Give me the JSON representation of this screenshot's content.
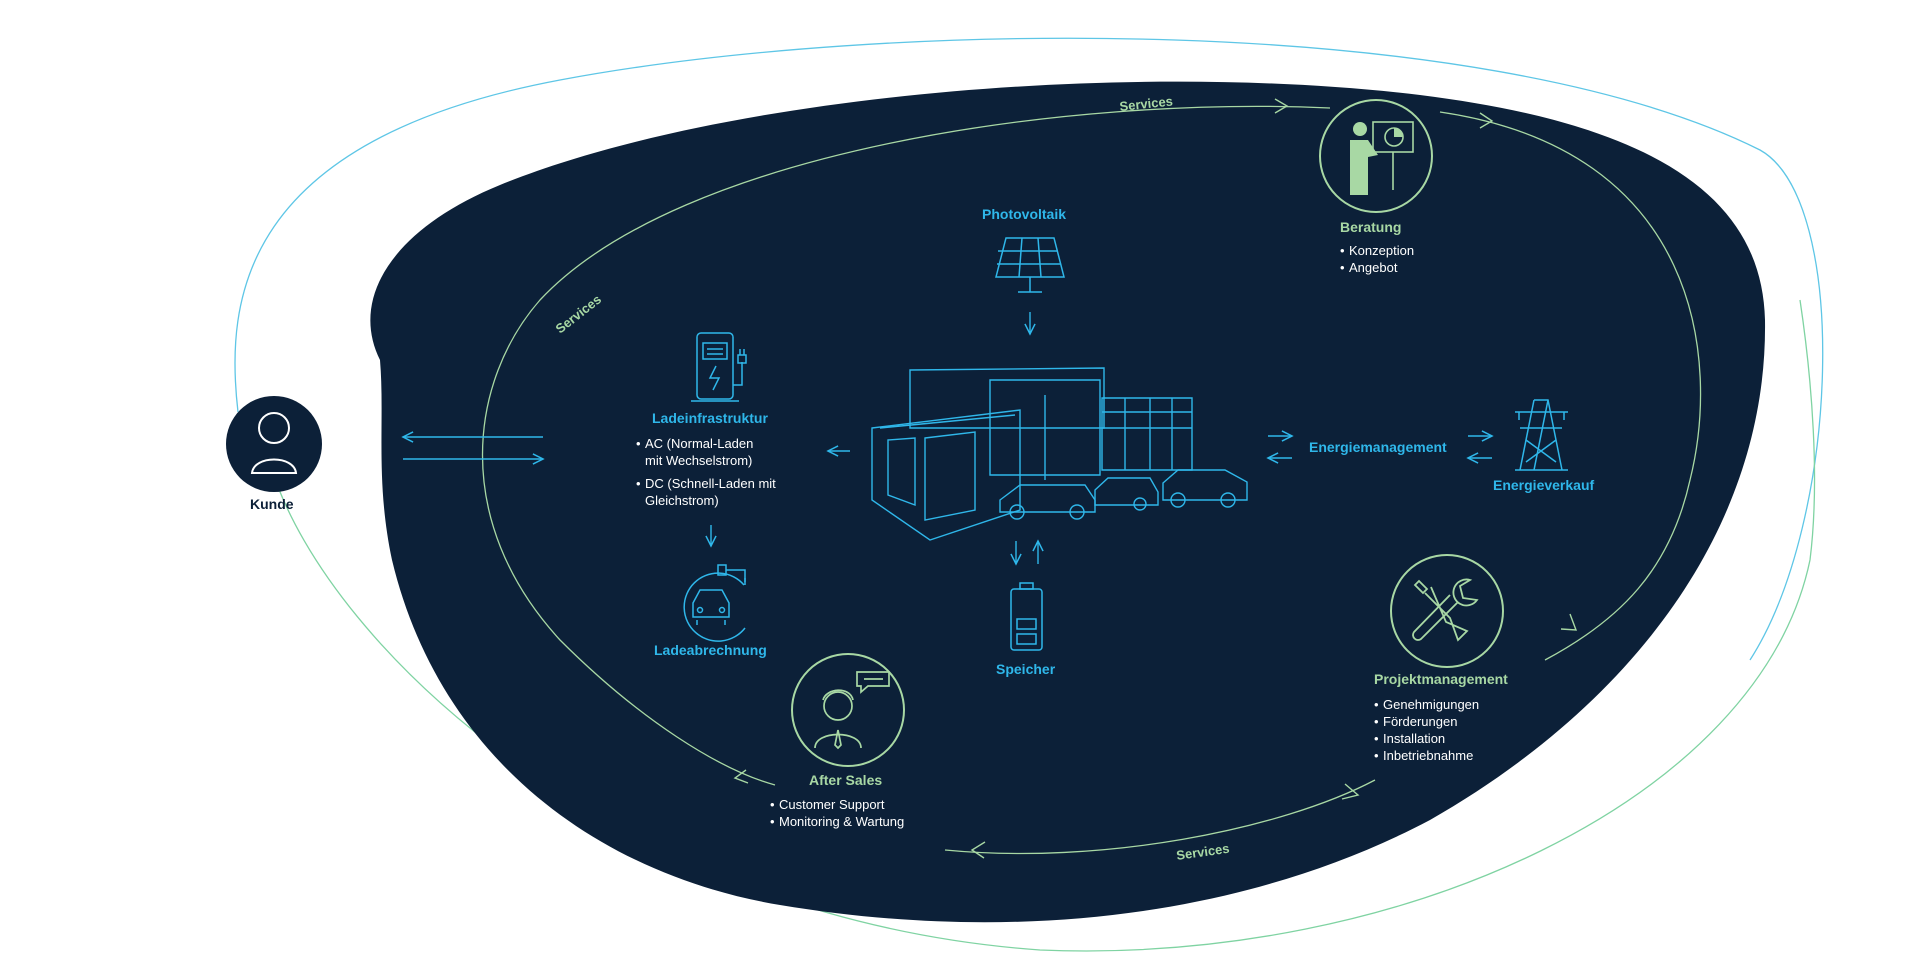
{
  "colors": {
    "background": "#ffffff",
    "blob": "#0c2038",
    "accent_blue": "#2fb7ea",
    "accent_green": "#a8d8a4",
    "outer_line_blue": "#5ec6e6",
    "outer_line_green": "#7fd3a2"
  },
  "services_label": "Services",
  "kunde": {
    "label": "Kunde",
    "icon": "person-icon"
  },
  "photovoltaik": {
    "label": "Photovoltaik",
    "icon": "solar-panel-icon"
  },
  "ladeinfrastruktur": {
    "label": "Ladeinfrastruktur",
    "icon": "charging-station-icon",
    "items": [
      "AC (Normal-Laden\nmit Wechselstrom)",
      "DC (Schnell-Laden mit\nGleichstrom)"
    ]
  },
  "ladeabrechnung": {
    "label": "Ladeabrechnung",
    "icon": "car-plug-icon"
  },
  "speicher": {
    "label": "Speicher",
    "icon": "battery-icon"
  },
  "energiemanagement": {
    "label": "Energiemanagement"
  },
  "energieverkauf": {
    "label": "Energieverkauf",
    "icon": "power-pylon-icon"
  },
  "beratung": {
    "label": "Beratung",
    "icon": "presentation-icon",
    "items": [
      "Konzeption",
      "Angebot"
    ]
  },
  "projektmanagement": {
    "label": "Projektmanagement",
    "icon": "tools-icon",
    "items": [
      "Genehmigungen",
      "Förderungen",
      "Installation",
      "Inbetriebnahme"
    ]
  },
  "after_sales": {
    "label": "After Sales",
    "icon": "support-agent-icon",
    "items": [
      "Customer Support",
      "Monitoring & Wartung"
    ]
  },
  "center": {
    "icon": "building-with-cars-icon"
  }
}
